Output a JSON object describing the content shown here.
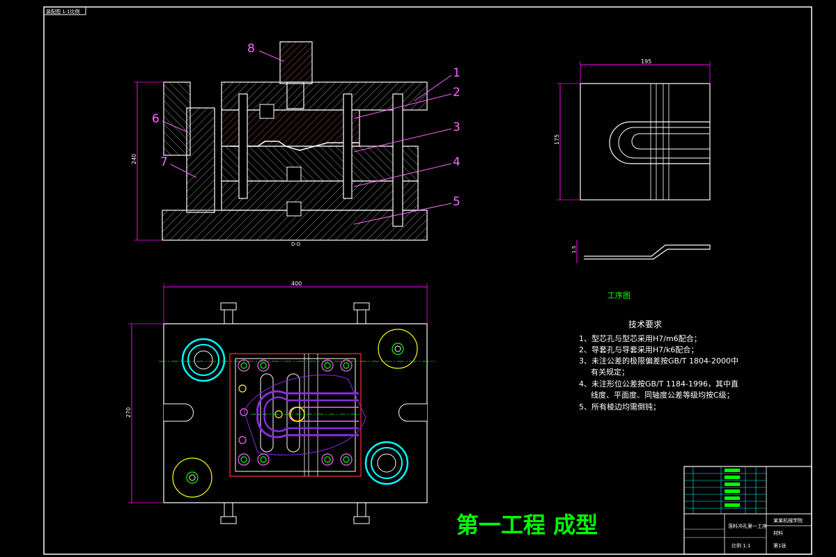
{
  "header_tag": "装配图 1:1比例",
  "callouts": [
    "1",
    "2",
    "3",
    "4",
    "5",
    "6",
    "7",
    "8"
  ],
  "dims": {
    "front_height": "240",
    "front_base": "D-D",
    "plan_width": "400",
    "plan_height": "270",
    "part_width": "195",
    "part_height": "175",
    "part_thickness": "1.5"
  },
  "process_label": "工序图",
  "tech": {
    "title": "技术要求",
    "items": [
      "1、型芯孔与型芯采用H7/m6配合；",
      "2、导套孔与导套采用H7/k6配合；",
      "3、未注公差的极限偏差按GB/T 1804-2000中",
      "有关规定；",
      "4、未注形位公差按GB/T 1184-1996，其中直",
      "线度、平面度、同轴度公差等级均按C级；",
      "5、所有棱边均需倒钝；"
    ]
  },
  "stage_title": "第一工程  成型",
  "title_block": {
    "drawing_name": "落料冲孔第一工序",
    "school": "某某机械学院",
    "scale": "比例 1:1",
    "material": "材料",
    "sheet": "第1张"
  },
  "colors": {
    "background": "#000000",
    "outline": "#ffffff",
    "hatch": "#b0b0b0",
    "dimension": "#ff00ff",
    "callout": "#ff66ff",
    "green_text": "#00ff00",
    "yellow": "#ffff00",
    "cyan": "#00ffff",
    "red": "#ff3333",
    "purple": "#8a2be2"
  }
}
